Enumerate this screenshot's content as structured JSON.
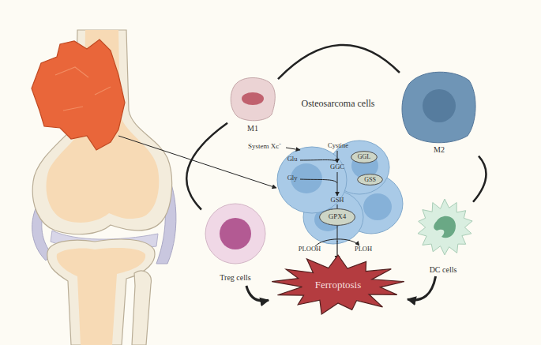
{
  "diagram": {
    "nodes": [
      {
        "text": [
          "M1"
        ]
      },
      {
        "text": [
          "M2"
        ]
      },
      {
        "text": [
          "GGL"
        ]
      },
      {
        "text": [
          "GSS"
        ]
      },
      {
        "text": [
          "Treg cells"
        ]
      },
      {
        "text": [
          "DC cells"
        ]
      },
      {
        "text": [
          "GPX4"
        ]
      },
      {
        "text": [
          "Ferroptosis"
        ]
      }
    ],
    "edges": [
      {
        "from": 0,
        "to": 1,
        "arrow": "none"
      },
      {
        "from": 0,
        "to": 4,
        "arrow": "none"
      },
      {
        "from": 1,
        "to": 5,
        "arrow": "none"
      },
      {
        "from": 4,
        "to": 7,
        "arrow": "to"
      },
      {
        "from": 5,
        "to": 7,
        "arrow": "to"
      }
    ],
    "labels": [
      "Osteosarcoma cells",
      "System Xc⁻",
      "Cystine",
      "Glu",
      "GGC",
      "Gly",
      "GSH",
      "PLOOH",
      "PLOH"
    ]
  }
}
